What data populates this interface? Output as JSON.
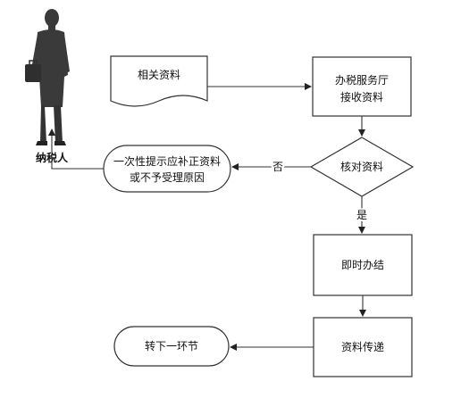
{
  "diagram": {
    "taxpayer": {
      "label": "纳税人",
      "icon": "person-silhouette-icon"
    },
    "nodes": {
      "documents": {
        "label": "相关资料",
        "shape": "document"
      },
      "hall_receive": {
        "label_line1": "办税服务厅",
        "label_line2": "接收资料",
        "shape": "process"
      },
      "verify": {
        "label": "核对资料",
        "shape": "decision"
      },
      "notify": {
        "label_line1": "一次性提示应补正资料",
        "label_line2": "或不予受理原因",
        "shape": "terminator"
      },
      "handle": {
        "label": "即时办结",
        "shape": "process"
      },
      "transfer": {
        "label": "资料传递",
        "shape": "process"
      },
      "next": {
        "label": "转下一环节",
        "shape": "terminator"
      }
    },
    "edges": {
      "no_label": "否",
      "yes_label": "是"
    },
    "colors": {
      "stroke": "#333333",
      "silhouette": "#3a3a3a",
      "background": "#ffffff"
    }
  }
}
